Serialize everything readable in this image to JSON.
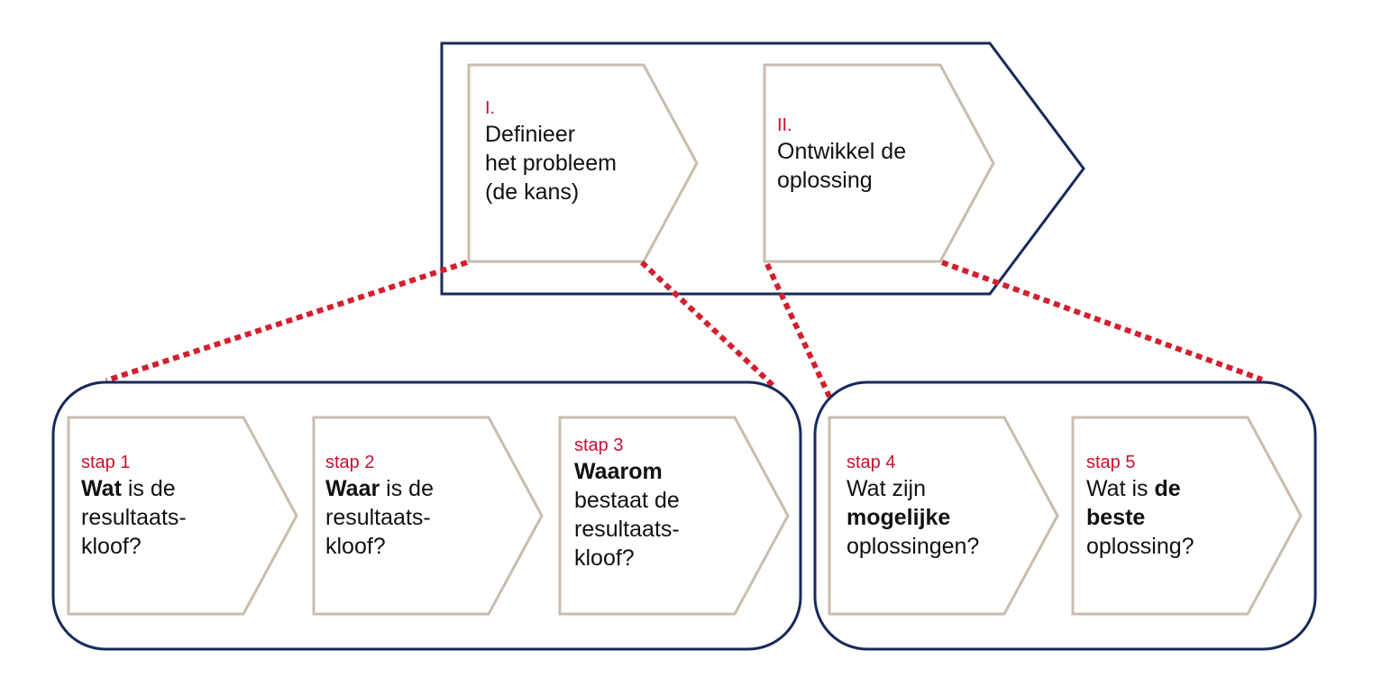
{
  "colors": {
    "navy": "#172a5a",
    "taupe": "#c9bdae",
    "accent_red": "#c8102e",
    "text": "#111111"
  },
  "phases": [
    {
      "number": "I.",
      "lines": [
        "Definieer",
        "het probleem",
        "(de kans)"
      ]
    },
    {
      "number": "II.",
      "lines": [
        "Ontwikkel de",
        "oplossing"
      ]
    }
  ],
  "steps": [
    {
      "label": "stap 1",
      "l1_bold": "Wat",
      "l1_rest": " is de",
      "l2": "resultaats-",
      "l3": "kloof?"
    },
    {
      "label": "stap 2",
      "l1_bold": "Waar",
      "l1_rest": " is de",
      "l2": "resultaats-",
      "l3": "kloof?"
    },
    {
      "label": "stap 3",
      "l1_bold": "Waarom",
      "l2": "bestaat de",
      "l3": "resultaats-",
      "l4": "kloof?"
    },
    {
      "label": "stap 4",
      "l1": "Wat zijn",
      "l2_bold": "mogelijke",
      "l3": "oplossingen?"
    },
    {
      "label": "stap 5",
      "l1_pre": "Wat is ",
      "l1_bold": "de",
      "l2_bold": "beste",
      "l3": "oplossing?"
    }
  ]
}
